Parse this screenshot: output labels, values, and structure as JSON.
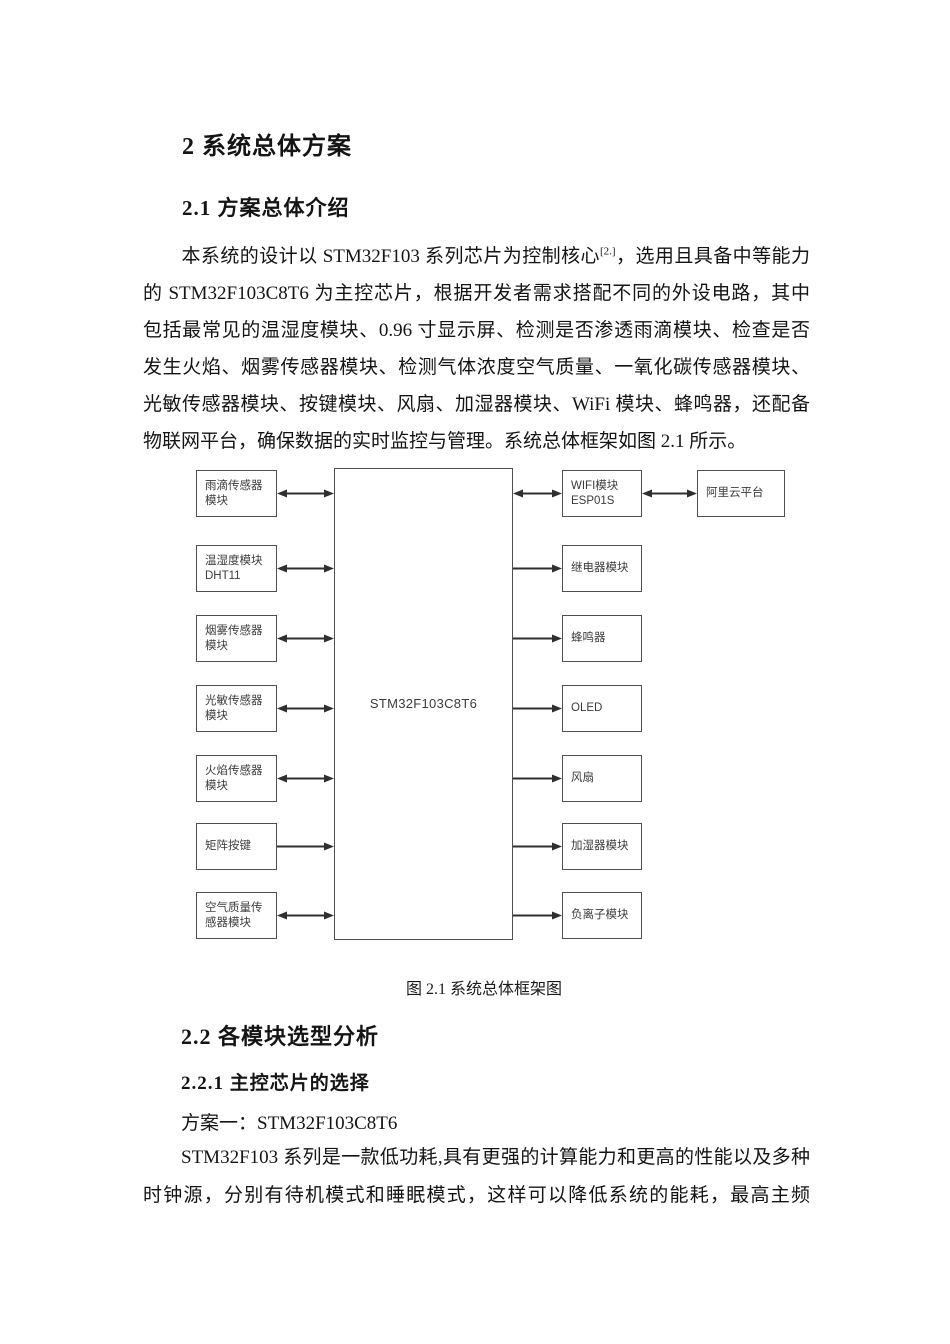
{
  "headings": {
    "h1": "2 系统总体方案",
    "h2_1": "2.1 方案总体介绍",
    "h2_2": "2.2 各模块选型分析",
    "h3_221": "2.2.1 主控芯片的选择",
    "scheme_line": "方案一：STM32F103C8T6"
  },
  "intro_paragraph": {
    "line1_pre": "本系统的设计以 STM32F103 系列芯片为控制核心",
    "line1_sup": "[2.]",
    "line1_post": "，选用且具备中等能力",
    "justified_lines": [
      "的 STM32F103C8T6 为主控芯片，根据开发者需求搭配不同的外设电路，其中",
      "包括最常见的温湿度模块、0.96 寸显示屏、检测是否渗透雨滴模块、检查是否",
      "发生火焰、烟雾传感器模块、检测气体浓度空气质量、一氧化碳传感器模块、",
      "光敏传感器模块、按键模块、风扇、加湿器模块、WiFi 模块、蜂鸣器，还配备"
    ],
    "last_line": "物联网平台，确保数据的实时监控与管理。系统总体框架如图 2.1 所示。"
  },
  "figure": {
    "caption": "图 2.1 系统总体框架图",
    "center_label": "STM32F103C8T6",
    "cloud_label": "阿里云平台",
    "cloud_direction": "both",
    "left_nodes": [
      {
        "label": "雨滴传感器\n模块",
        "direction": "both"
      },
      {
        "label": "温湿度模块\nDHT11",
        "direction": "both"
      },
      {
        "label": "烟雾传感器\n模块",
        "direction": "both"
      },
      {
        "label": "光敏传感器\n模块",
        "direction": "both"
      },
      {
        "label": "火焰传感器\n模块",
        "direction": "both"
      },
      {
        "label": "矩阵按键",
        "direction": "right"
      },
      {
        "label": "空气质量传\n感器模块",
        "direction": "both"
      }
    ],
    "right_nodes": [
      {
        "label": "WIFI模块\nESP01S",
        "direction": "both"
      },
      {
        "label": "继电器模块",
        "direction": "right"
      },
      {
        "label": "蜂鸣器",
        "direction": "right"
      },
      {
        "label": "OLED",
        "direction": "right"
      },
      {
        "label": "风扇",
        "direction": "right"
      },
      {
        "label": "加湿器模块",
        "direction": "right"
      },
      {
        "label": "负离子模块",
        "direction": "right"
      }
    ],
    "colors": {
      "border": "#4f4f4f",
      "text": "#3b3b3b",
      "arrow": "#2f2f2f"
    }
  },
  "closing_paragraph": {
    "lines": [
      "STM32F103 系列是一款低功耗,具有更强的计算能力和更高的性能以及多种",
      "时钟源，分别有待机模式和睡眠模式，这样可以降低系统的能耗，最高主频"
    ]
  }
}
